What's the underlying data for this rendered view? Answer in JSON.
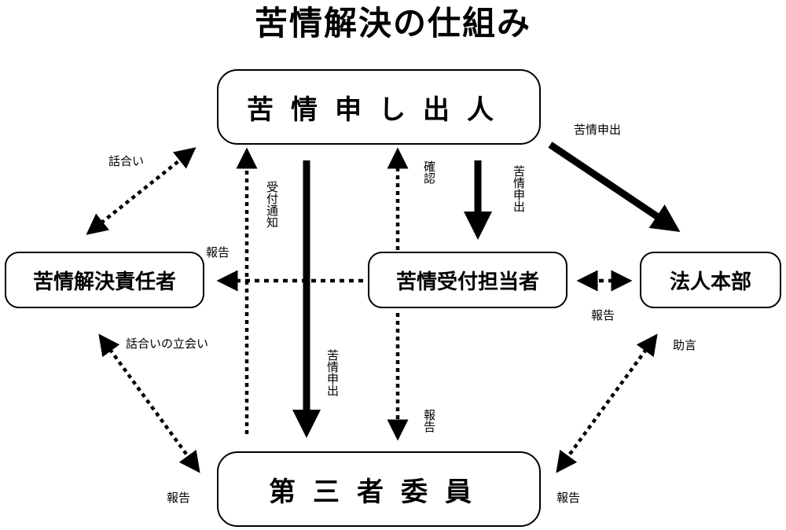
{
  "title": "苦情解決の仕組み",
  "nodes": {
    "complainant": "苦情申し出人",
    "resolution_officer": "苦情解決責任者",
    "reception_officer": "苦情受付担当者",
    "headquarters": "法人本部",
    "third_party": "第三者委員"
  },
  "labels": {
    "discussion": "話合い",
    "receipt_notice": "受付通知",
    "confirmation": "確認",
    "complaint_to_reception": "苦情申出",
    "complaint_to_hq": "苦情申出",
    "report_to_resolution": "報告",
    "report_hq": "報告",
    "discussion_witness": "話合いの立会い",
    "complaint_to_third": "苦情申出",
    "report_to_third": "報告",
    "advice": "助言",
    "report_left": "報告",
    "report_right": "報告"
  }
}
